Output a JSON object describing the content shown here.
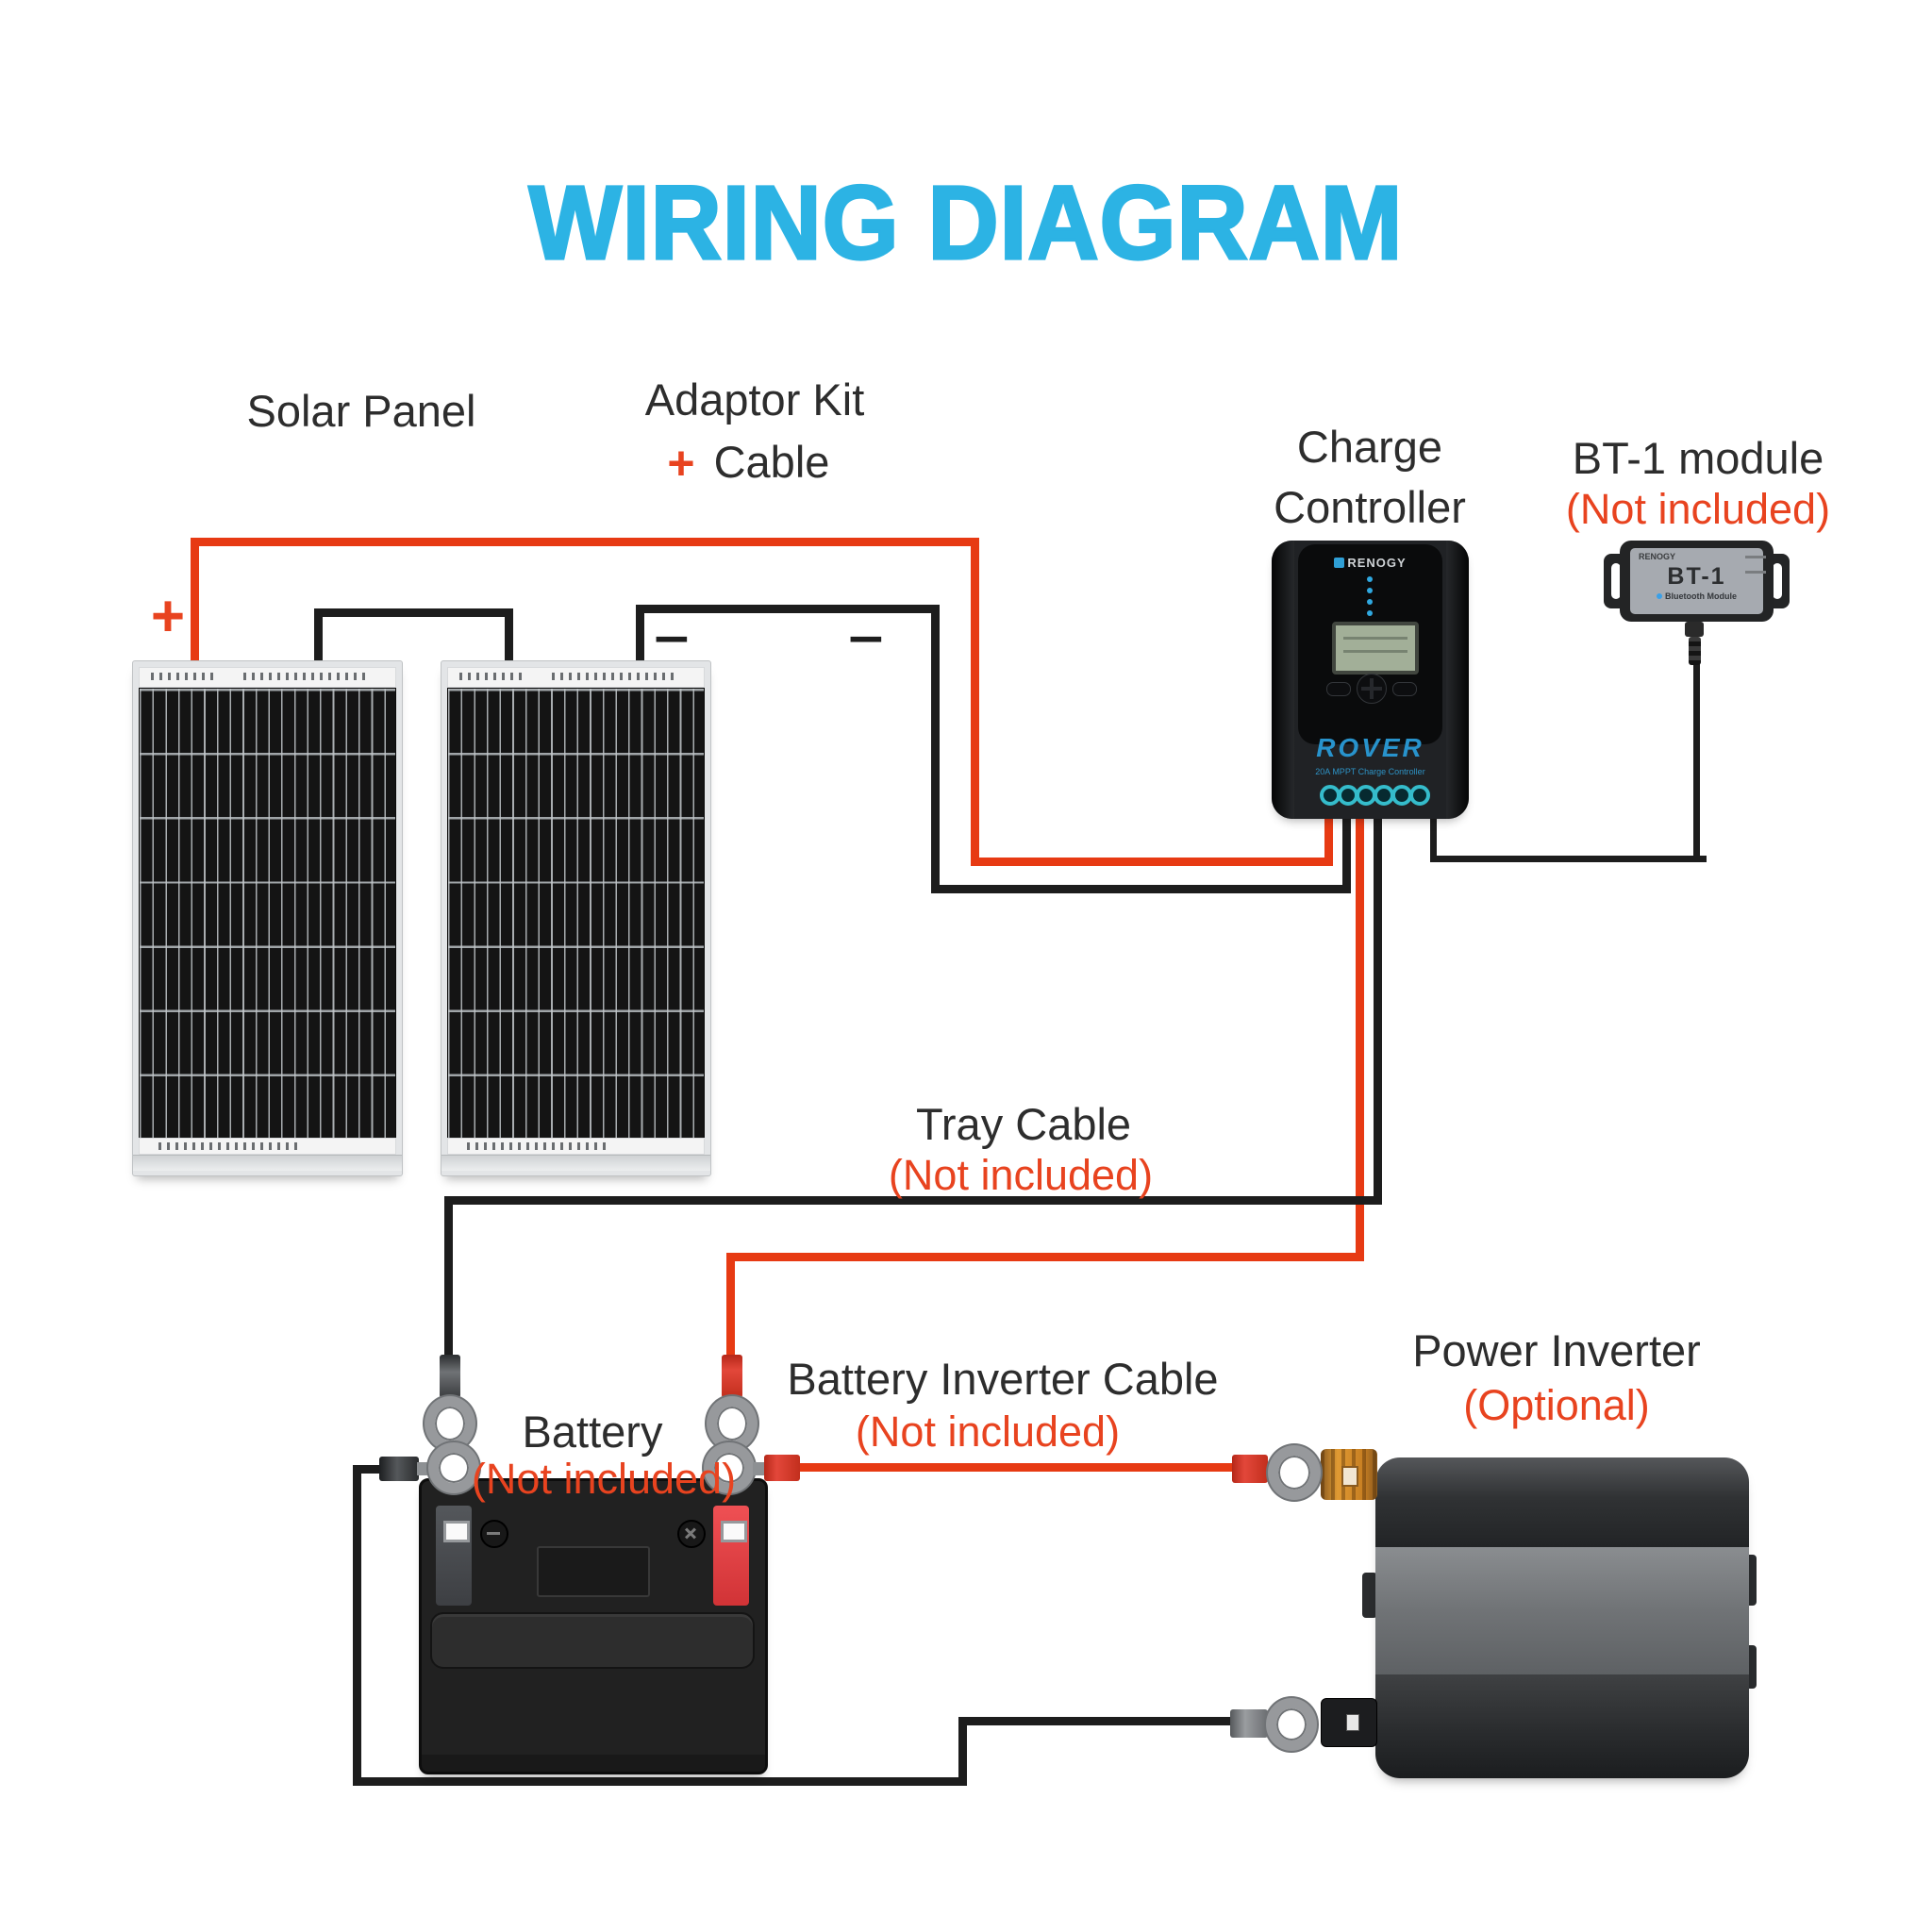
{
  "title": "WIRING DIAGRAM",
  "colors": {
    "accent_cyan": "#2cb3e4",
    "note_red": "#e8431f",
    "wire_red": "#e73a13",
    "wire_black": "#1d1d1d",
    "label_text": "#2d2d2d"
  },
  "labels": {
    "solar_panel": "Solar Panel",
    "adaptor_kit_line1": "Adaptor Kit",
    "adaptor_kit_line2": "Cable",
    "charge_controller_line1": "Charge",
    "charge_controller_line2": "Controller",
    "bt1_module": "BT-1 module",
    "tray_cable": "Tray Cable",
    "battery": "Battery",
    "battery_inverter_cable": "Battery Inverter Cable",
    "power_inverter": "Power Inverter",
    "not_included": "(Not included)",
    "optional": "(Optional)"
  },
  "marks": {
    "plus": "+",
    "minus": "−"
  },
  "devices": {
    "charge_controller": {
      "brand": "RENOGY",
      "model": "ROVER",
      "subtitle": "20A MPPT Charge Controller"
    },
    "bt1": {
      "brand": "RENOGY",
      "model": "BT-1",
      "subtitle": "Bluetooth Module"
    }
  }
}
